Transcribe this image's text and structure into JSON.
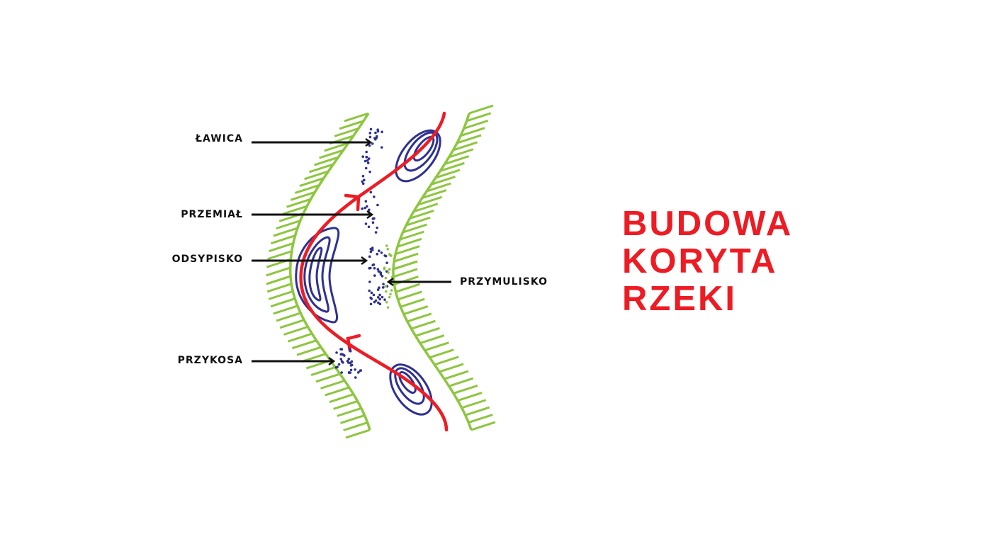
{
  "title": {
    "line1": "BUDOWA",
    "line2": "KORYTA",
    "line3": "RZEKI"
  },
  "labels": {
    "lawica": "ŁAWICA",
    "przemial": "PRZEMIAŁ",
    "odsypisko": "ODSYPISKO",
    "przykosa": "PRZYKOSA",
    "przymulisko": "PRZYMULISKO"
  },
  "colors": {
    "bank": "#8dc63f",
    "current": "#ed1c24",
    "deposits": "#2e3192",
    "title": "#ed1c24",
    "arrows": "#111111"
  }
}
